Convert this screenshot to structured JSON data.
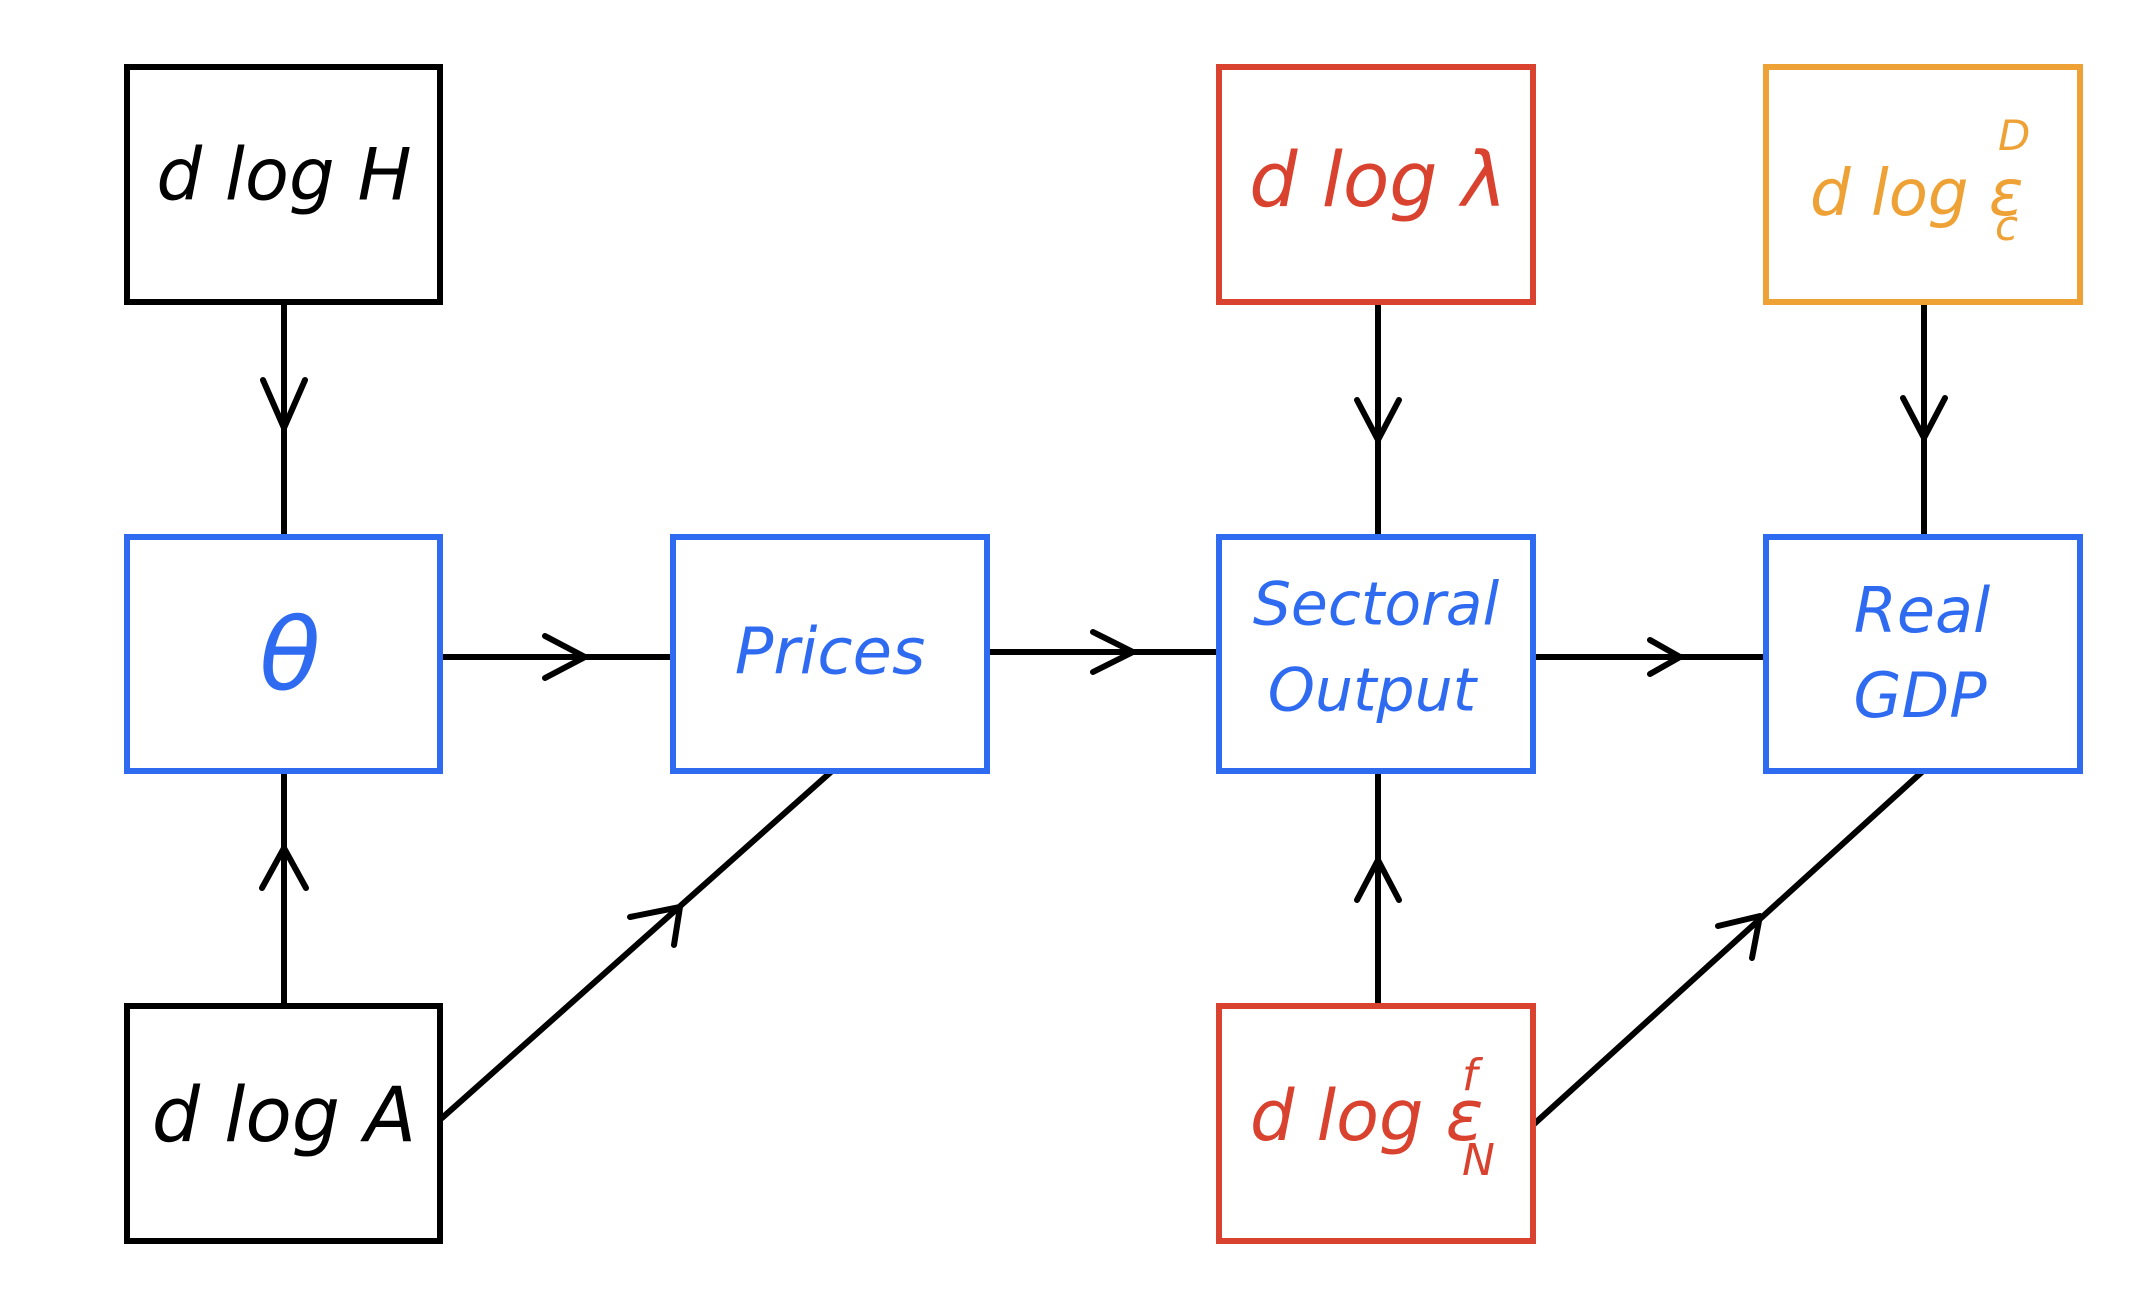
{
  "colors": {
    "exogenous_black": "#000000",
    "endogenous_blue": "#2f6bf0",
    "shock_red": "#d8422e",
    "shock_orange": "#eea236",
    "edge": "#000000"
  },
  "nodes": {
    "dlogH": {
      "label": "d log H",
      "color": "#000000"
    },
    "theta": {
      "label": "θ",
      "color": "#2f6bf0"
    },
    "dlogA": {
      "label": "d log A",
      "color": "#000000"
    },
    "prices": {
      "label": "Prices",
      "color": "#2f6bf0"
    },
    "dloglambda": {
      "label": "d log λ",
      "color": "#d8422e"
    },
    "sectoral": {
      "label_line1": "Sectoral",
      "label_line2": "Output",
      "color": "#2f6bf0"
    },
    "dlogeps_f": {
      "label_main": "d log ε",
      "sup": "f",
      "sub": "N",
      "color": "#d8422e"
    },
    "dlogeps_d": {
      "label_main": "d log ε",
      "sup": "D",
      "sub": "c",
      "color": "#eea236"
    },
    "realgdp": {
      "label_line1": "Real",
      "label_line2": "GDP",
      "color": "#2f6bf0"
    }
  }
}
